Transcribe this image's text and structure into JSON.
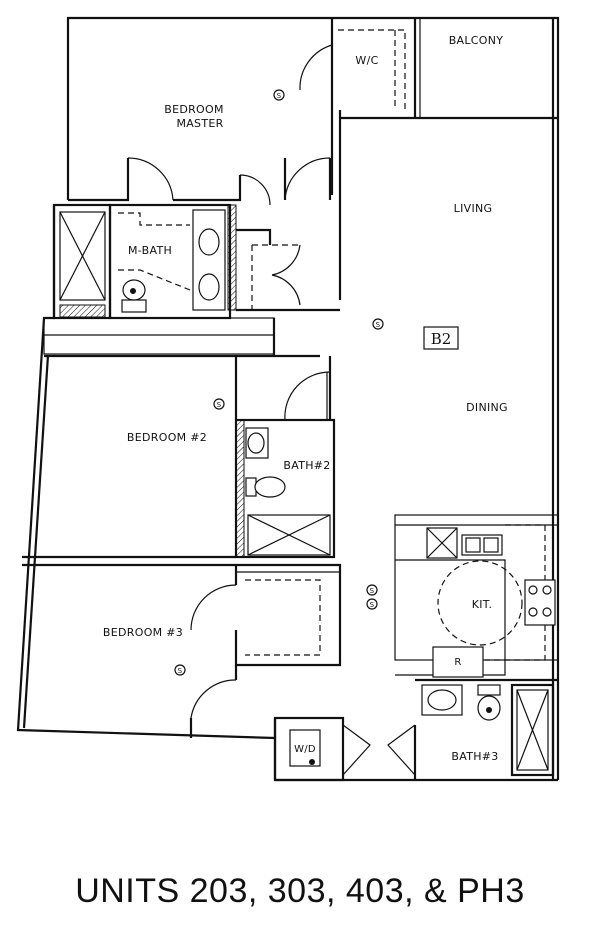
{
  "rooms": {
    "bedroom_master_line1": "BEDROOM",
    "bedroom_master_line2": "MASTER",
    "wc": "W/C",
    "balcony": "BALCONY",
    "living": "LIVING",
    "m_bath": "M-BATH",
    "bedroom2": "BEDROOM #2",
    "bath2": "BATH#2",
    "dining": "DINING",
    "kitchen": "KIT.",
    "bedroom3": "BEDROOM #3",
    "bath3": "BATH#3",
    "washer_dryer": "W/D",
    "fridge": "R"
  },
  "unit_type": "B2",
  "caption": "UNITS 203, 303, 403, & PH3",
  "smoke_detector_symbol": "S"
}
